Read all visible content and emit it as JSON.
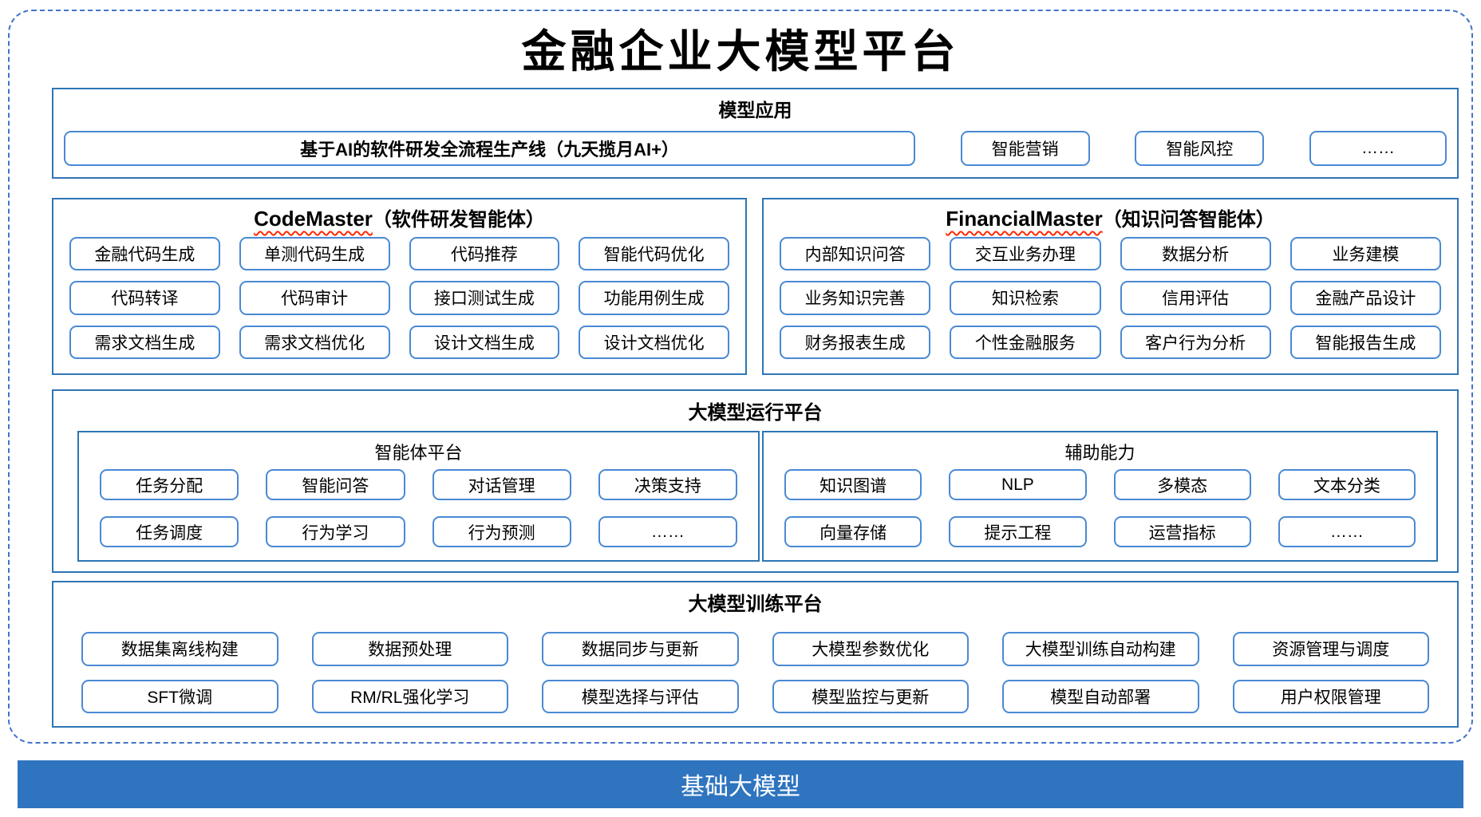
{
  "title": "金融企业大模型平台",
  "colors": {
    "frame_dashed_border": "#4273C9",
    "section_border": "#2E75B6",
    "pill_border": "#4A89D4",
    "foundation_bar_bg": "#2E74BF",
    "foundation_bar_text": "#FFFFFF",
    "spellcheck_underline": "#FF2A00"
  },
  "sections": {
    "model_app": {
      "title": "模型应用",
      "main_button": "基于AI的软件研发全流程生产线（九天揽月AI+）",
      "buttons": [
        "智能营销",
        "智能风控",
        "……"
      ]
    },
    "code_master": {
      "title_en": "CodeMaster",
      "title_cn": "（软件研发智能体）",
      "buttons": [
        "金融代码生成",
        "单测代码生成",
        "代码推荐",
        "智能代码优化",
        "代码转译",
        "代码审计",
        "接口测试生成",
        "功能用例生成",
        "需求文档生成",
        "需求文档优化",
        "设计文档生成",
        "设计文档优化"
      ]
    },
    "financial_master": {
      "title_en": "FinancialMaster",
      "title_cn": "（知识问答智能体）",
      "buttons": [
        "内部知识问答",
        "交互业务办理",
        "数据分析",
        "业务建模",
        "业务知识完善",
        "知识检索",
        "信用评估",
        "金融产品设计",
        "财务报表生成",
        "个性金融服务",
        "客户行为分析",
        "智能报告生成"
      ]
    },
    "runtime": {
      "title": "大模型运行平台",
      "agent_platform": {
        "title": "智能体平台",
        "buttons": [
          "任务分配",
          "智能问答",
          "对话管理",
          "决策支持",
          "任务调度",
          "行为学习",
          "行为预测",
          "……"
        ]
      },
      "aux": {
        "title": "辅助能力",
        "buttons": [
          "知识图谱",
          "NLP",
          "多模态",
          "文本分类",
          "向量存储",
          "提示工程",
          "运营指标",
          "……"
        ]
      }
    },
    "training": {
      "title": "大模型训练平台",
      "buttons": [
        "数据集离线构建",
        "数据预处理",
        "数据同步与更新",
        "大模型参数优化",
        "大模型训练自动构建",
        "资源管理与调度",
        "SFT微调",
        "RM/RL强化学习",
        "模型选择与评估",
        "模型监控与更新",
        "模型自动部署",
        "用户权限管理"
      ]
    },
    "foundation": {
      "title": "基础大模型"
    }
  }
}
